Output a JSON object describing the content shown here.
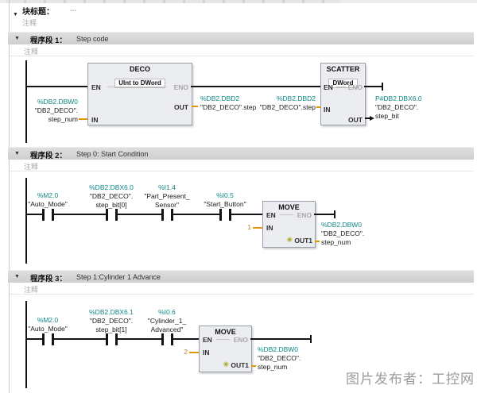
{
  "colors": {
    "operand_teal": "#0f8585",
    "constant_orange": "#c8781e",
    "data_wire_orange": "#e09a00",
    "power_wire": "#141414",
    "block_fill": "#ecedf1",
    "network_header_gray": "#d5d5d5"
  },
  "top": {
    "block_title_label": "块标题：",
    "block_title_placeholder": "...",
    "comment": "注释"
  },
  "pins": {
    "en": "EN",
    "eno": "ENO",
    "in": "IN",
    "out": "OUT",
    "out1": "OUT1"
  },
  "watermark": "图片发布者：工控网",
  "networks": [
    {
      "label": "程序段 1：",
      "title": "Step code",
      "comment": "注释",
      "deco": {
        "title": "DECO",
        "type": "UInt to DWord",
        "in_operand": {
          "addr": "%DB2.DBW0",
          "line2": "\"DB2_DECO\".",
          "line3": "step_num"
        },
        "out_operand": {
          "addr": "%DB2.DBD2",
          "line2": "\"DB2_DECO\".step"
        }
      },
      "scatter": {
        "title": "SCATTER",
        "type": "DWord",
        "in_operand": {
          "addr": "%DB2.DBD2",
          "line2": "\"DB2_DECO\".step"
        },
        "out_operand": {
          "addr": "P#DB2.DBX6.0",
          "line2": "\"DB2_DECO\".",
          "line3": "step_bit"
        }
      }
    },
    {
      "label": "程序段 2：",
      "title": "Step 0: Start Condition",
      "comment": "注释",
      "contacts": [
        {
          "addr": "%M2.0",
          "line2": "\"Auto_Mode\"",
          "line3": ""
        },
        {
          "addr": "%DB2.DBX6.0",
          "line2": "\"DB2_DECO\".",
          "line3": "step_bit[0]"
        },
        {
          "addr": "%I1.4",
          "line2": "\"Part_Present_",
          "line3": "Sensor\""
        },
        {
          "addr": "%I0.5",
          "line2": "\"Start_Button\"",
          "line3": ""
        }
      ],
      "move": {
        "title": "MOVE",
        "in_const": "1",
        "out_operand": {
          "addr": "%DB2.DBW0",
          "line2": "\"DB2_DECO\".",
          "line3": "step_num"
        }
      }
    },
    {
      "label": "程序段 3：",
      "title": "Step 1:Cylinder 1 Advance",
      "comment": "注释",
      "contacts": [
        {
          "addr": "%M2.0",
          "line2": "\"Auto_Mode\"",
          "line3": ""
        },
        {
          "addr": "%DB2.DBX6.1",
          "line2": "\"DB2_DECO\".",
          "line3": "step_bit[1]"
        },
        {
          "addr": "%I0.6",
          "line2": "\"Cylinder_1_",
          "line3": "Advanced\""
        }
      ],
      "move": {
        "title": "MOVE",
        "in_const": "2",
        "out_operand": {
          "addr": "%DB2.DBW0",
          "line2": "\"DB2_DECO\".",
          "line3": "step_num"
        }
      }
    }
  ]
}
